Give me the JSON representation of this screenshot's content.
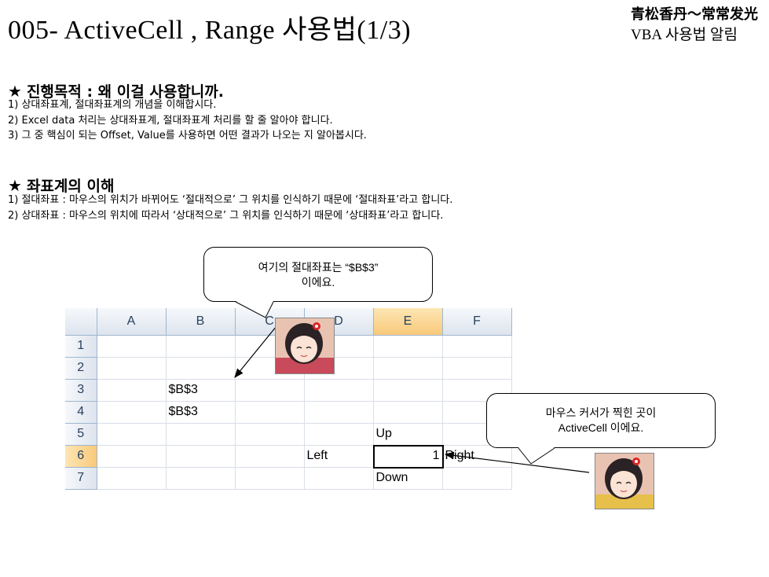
{
  "title": "005- ActiveCell , Range 사용법(1/3)",
  "brand": {
    "name": "青松香丹～常常发光",
    "subtitle": "VBA 사용법 알림"
  },
  "section1": {
    "star": "★",
    "heading": "진행목적 : 왜 이걸 사용합니까.",
    "lines": [
      "1) 상대좌표계, 절대좌표계의 개념을 이해합시다.",
      "2) Excel data 처리는 상대좌표계, 절대좌표계 처리를 할 줄 알아야 합니다.",
      "3) 그 중 핵심이 되는 Offset, Value를  사용하면 어떤 결과가 나오는 지 알아봅시다."
    ]
  },
  "section2": {
    "star": "★",
    "heading": "좌표계의 이해",
    "lines": [
      "1) 절대좌표 : 마우스의 위치가 바뀌어도 ‘절대적으로’ 그 위치를 인식하기 때문에 ‘절대좌표’라고 합니다.",
      "2) 상대좌표 : 마우스의 위치에 따라서 ‘상대적으로’ 그 위치를 인식하기 때문에 ‘상대좌표’라고 합니다."
    ]
  },
  "bubble1": {
    "line1": "여기의 절대좌표는 “$B$3”",
    "line2": "이에요."
  },
  "bubble2": {
    "line1": "마우스 커서가 찍힌 곳이",
    "line2": "ActiveCell 이에요."
  },
  "sheet": {
    "columns": [
      "A",
      "B",
      "C",
      "D",
      "E",
      "F"
    ],
    "rows": [
      "1",
      "2",
      "3",
      "4",
      "5",
      "6",
      "7"
    ],
    "cells": {
      "B3": "$B$3",
      "B4": "$B$3",
      "E5": "Up",
      "D6": "Left",
      "E6": "1",
      "F6": "Right",
      "E7": "Down"
    },
    "active_cell": "E6"
  },
  "colors": {
    "header_bg": "#dde4ee",
    "active_header": "#f8c97a",
    "grid": "#d9dee7",
    "header_text": "#27415f"
  }
}
